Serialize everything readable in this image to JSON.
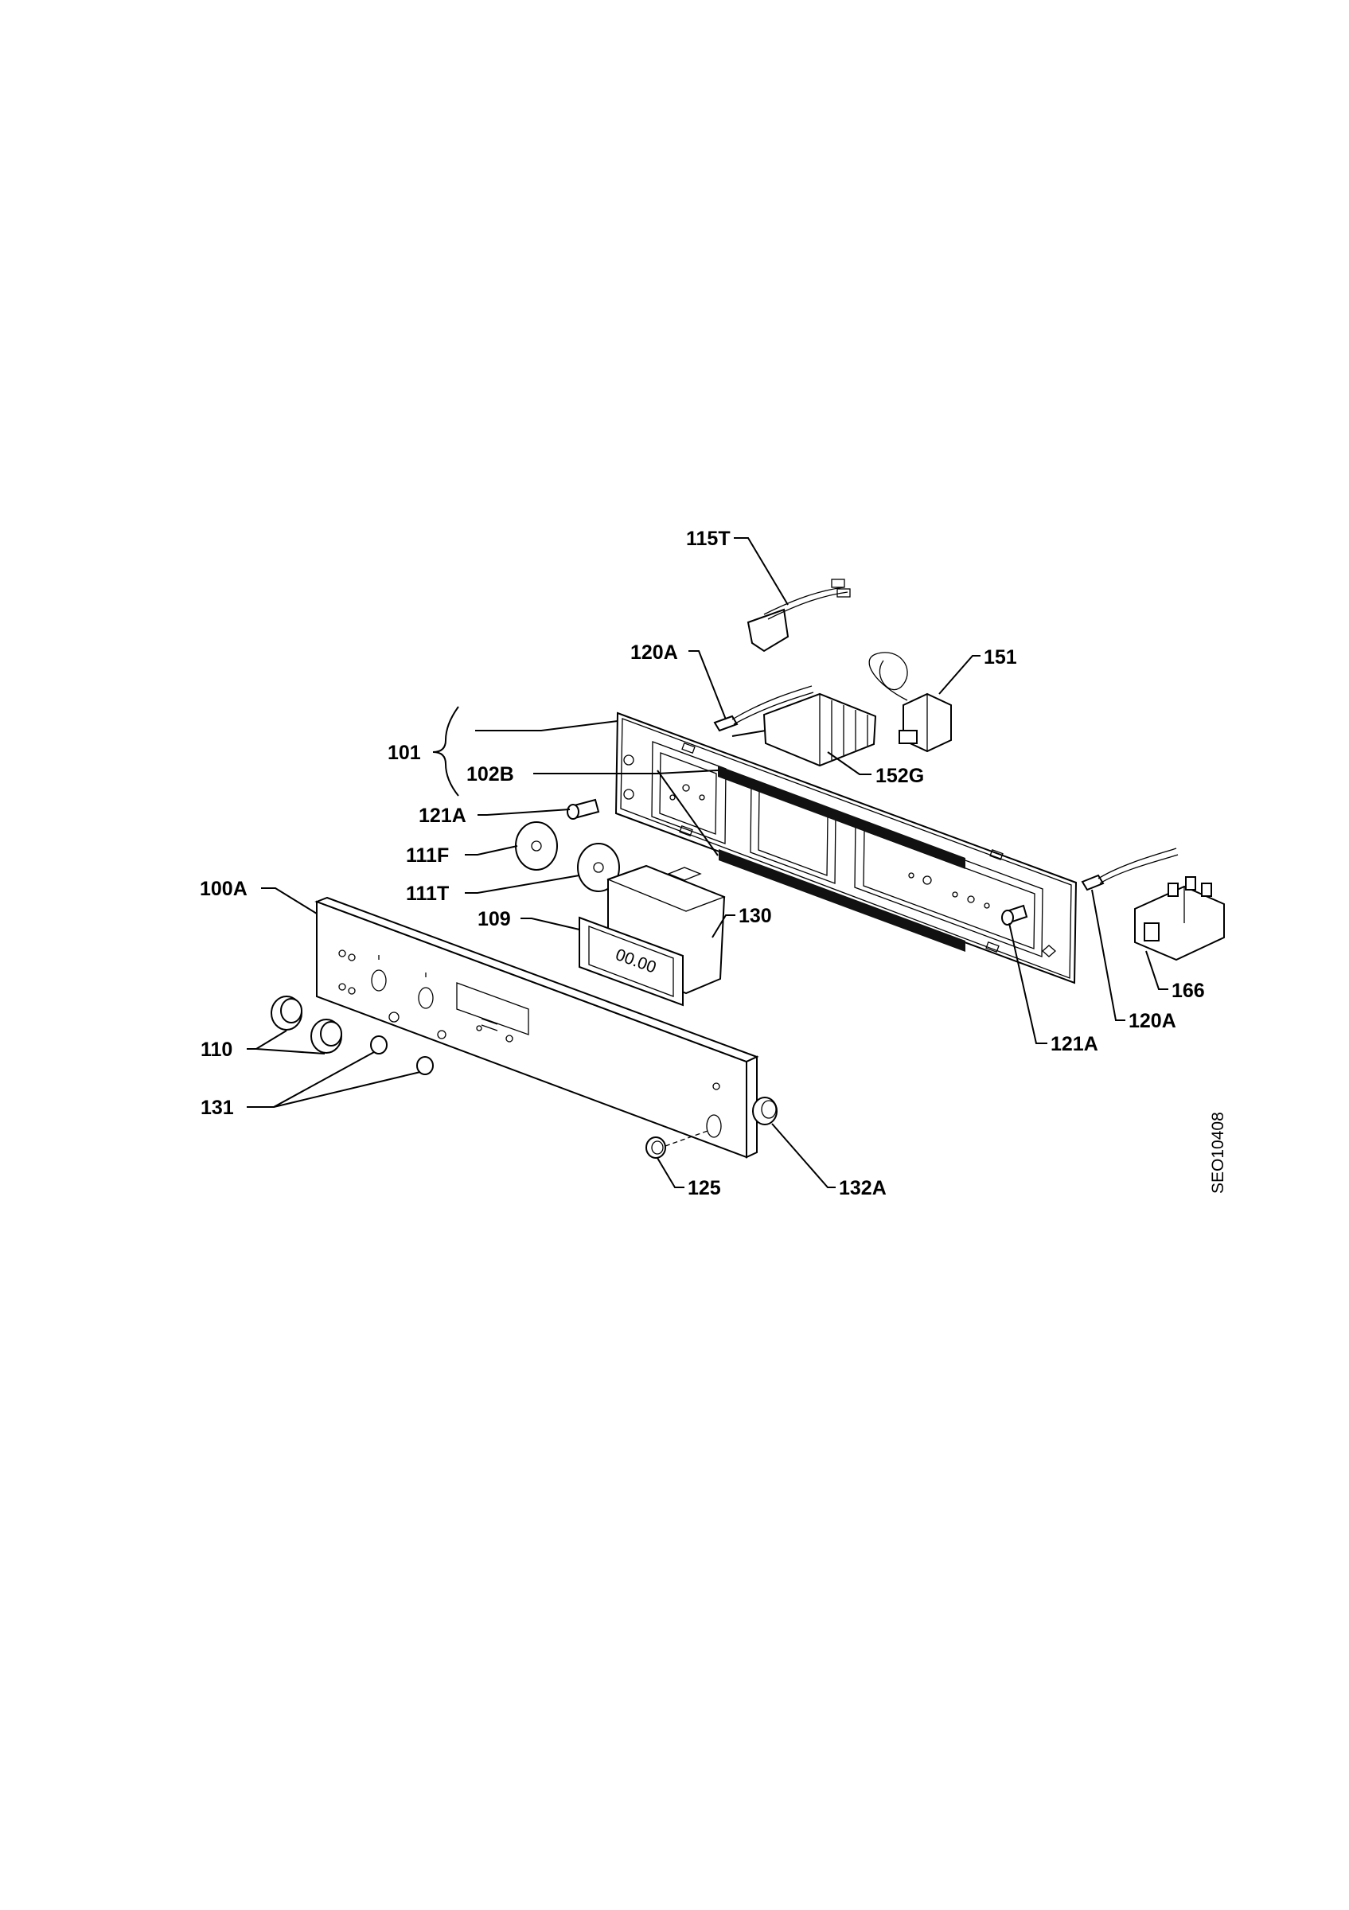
{
  "diagram": {
    "labels": {
      "p115T": "115T",
      "p120A_top": "120A",
      "p151": "151",
      "p101": "101",
      "p102B": "102B",
      "p152G": "152G",
      "p121A_left": "121A",
      "p111F": "111F",
      "p111T": "111T",
      "p100A": "100A",
      "p109": "109",
      "p130": "130",
      "p166": "166",
      "p120A_right": "120A",
      "p121A_right": "121A",
      "p110": "110",
      "p131": "131",
      "p125": "125",
      "p132A": "132A"
    },
    "drawing_code": "SEO10408",
    "display_digits": "00.00"
  }
}
